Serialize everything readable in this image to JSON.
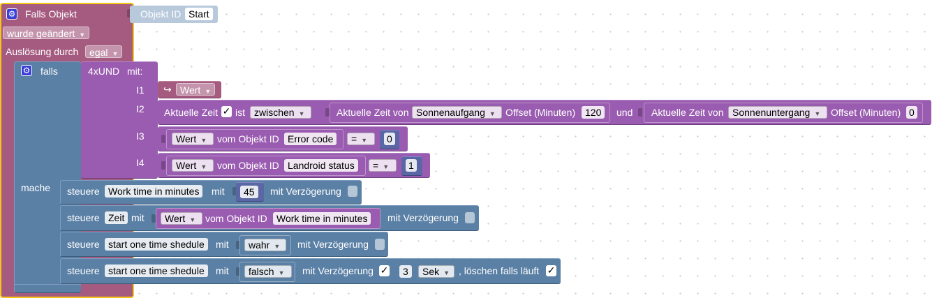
{
  "event": {
    "title": "Falls Objekt",
    "trigger_dropdown": "wurde geändert",
    "trigger_by_label": "Auslösung durch",
    "trigger_by_value": "egal",
    "object_label": "Objekt ID",
    "object_value": "Start"
  },
  "if_block": {
    "falls_label": "falls",
    "mache_label": "mache"
  },
  "and_block": {
    "title": "4xUND",
    "mit_label": "mit:",
    "inputs": [
      "I1",
      "I2",
      "I3",
      "I4"
    ]
  },
  "condition1": {
    "arrow_glyph": "↪",
    "value_dropdown": "Wert"
  },
  "condition2": {
    "label": "Aktuelle Zeit",
    "check": "✓",
    "ist_label": "ist",
    "compare_dropdown": "zwischen",
    "from_label": "Aktuelle Zeit von",
    "from_event": "Sonnenaufgang",
    "offset_label": "Offset (Minuten)",
    "from_offset": "120",
    "and_label": "und",
    "to_label": "Aktuelle Zeit von",
    "to_event": "Sonnenuntergang",
    "to_offset_label": "Offset (Minuten)",
    "to_offset": "0"
  },
  "condition3": {
    "value_dropdown": "Wert",
    "object_label": "vom Objekt ID",
    "object_value": "Error code",
    "operator": "=",
    "number": "0"
  },
  "condition4": {
    "value_dropdown": "Wert",
    "object_label": "vom Objekt ID",
    "object_value": "Landroid status",
    "operator": "=",
    "number": "1"
  },
  "action1": {
    "steuere_label": "steuere",
    "target": "Work time in minutes",
    "mit_label": "mit",
    "value": "45",
    "delay_label": "mit Verzögerung"
  },
  "action2": {
    "steuere_label": "steuere",
    "target": "Zeit",
    "mit_label": "mit",
    "value_dropdown": "Wert",
    "object_label": "vom Objekt ID",
    "object_value": "Work time in minutes",
    "delay_label": "mit Verzögerung"
  },
  "action3": {
    "steuere_label": "steuere",
    "target": "start one time shedule",
    "mit_label": "mit",
    "value_dropdown": "wahr",
    "delay_label": "mit Verzögerung"
  },
  "action4": {
    "steuere_label": "steuere",
    "target": "start one time shedule",
    "mit_label": "mit",
    "value_dropdown": "falsch",
    "delay_label": "mit Verzögerung",
    "delay_check": "✓",
    "delay_value": "3",
    "unit_dropdown": "Sek",
    "clear_label": ", löschen falls läuft",
    "clear_check": "✓"
  },
  "icons": {
    "gear": "⚙",
    "dropdown_arrow": "▼"
  },
  "colors": {
    "event_block": "#a55b80",
    "selection_border": "#f5c518",
    "control_block": "#5b80a5",
    "logic_block": "#9a5cb0",
    "object_block": "#b8c9dc",
    "value_block": "#5b67a5"
  }
}
